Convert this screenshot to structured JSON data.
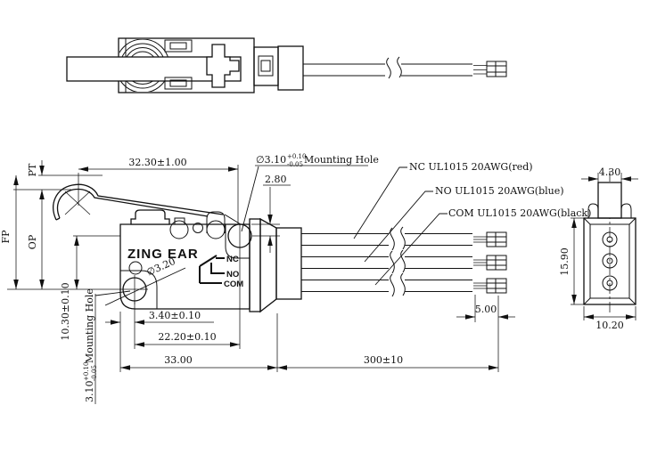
{
  "logo": "ZING EAR",
  "dims": {
    "lever_len": "32.30±1.00",
    "edge_offset": "2.80",
    "top_hole": {
      "dia": "∅3.10",
      "tol_up": "+0.10",
      "tol_dn": "-0.05",
      "label": "Mounting Hole"
    },
    "bottom_hole": {
      "dia": "3.10",
      "tol_up": "+0.10",
      "tol_dn": "-0.05",
      "label": "Mounting Hole"
    },
    "bottom_hole_dia": "∅3.20",
    "hole_height": "10.30±0.10",
    "fp": "FP",
    "op": "OP",
    "pt": "PT",
    "hole_x": "3.40±0.10",
    "hole_span": "22.20±0.10",
    "body_len": "33.00",
    "wire_len": "300±10",
    "terminal_len": "5.00",
    "plunger_w": "4.30",
    "end_h": "15.90",
    "end_w": "10.20"
  },
  "wires": [
    {
      "label": "NC UL1015 20AWG(red)"
    },
    {
      "label": "NO UL1015 20AWG(blue)"
    },
    {
      "label": "COM UL1015 20AWG(black)"
    }
  ],
  "circuit": {
    "nc": "NC",
    "no": "NO",
    "com": "COM"
  }
}
